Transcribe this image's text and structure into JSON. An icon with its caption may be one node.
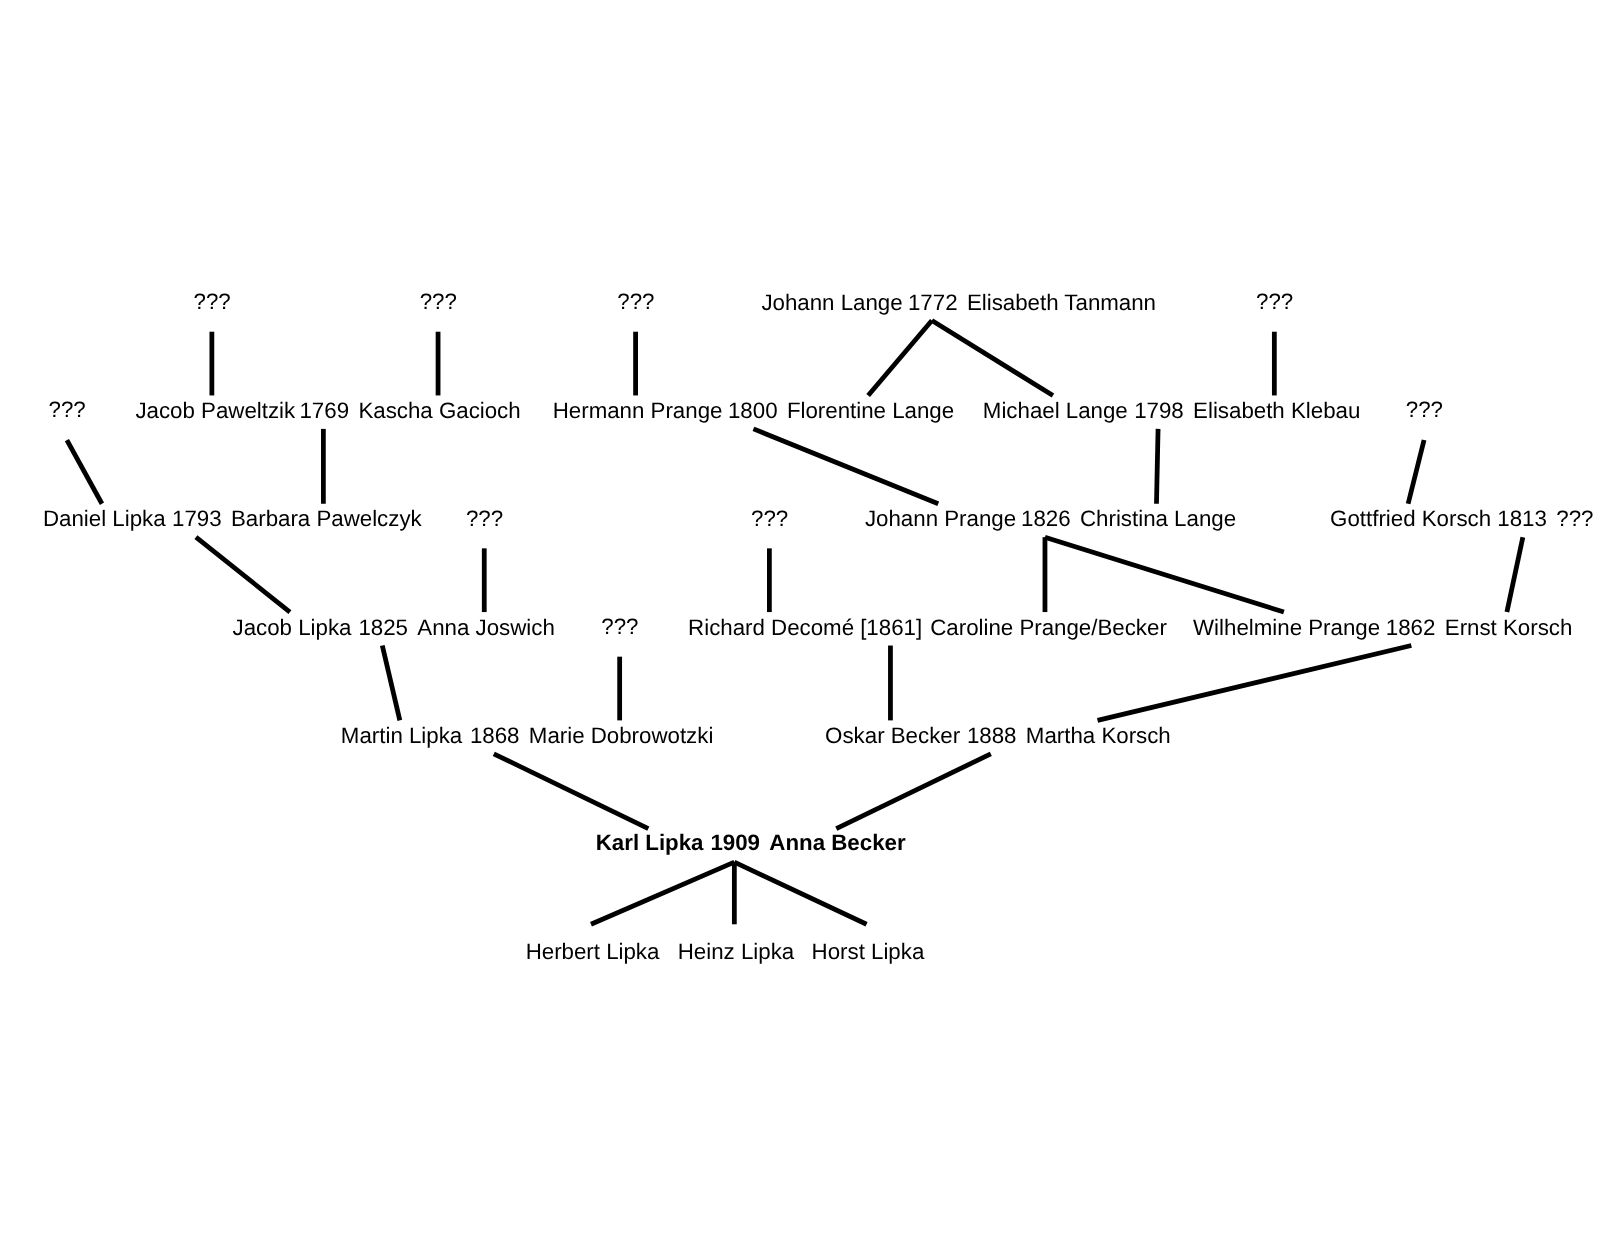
{
  "diagram": {
    "nodes": [
      {
        "text": [
          "Johann Lange",
          "1772",
          "Elisabeth Tanmann"
        ]
      },
      {
        "text": [
          "???"
        ]
      },
      {
        "text": [
          "???"
        ]
      },
      {
        "text": [
          "???"
        ]
      },
      {
        "text": [
          "???"
        ]
      },
      {
        "text": [
          "Jacob Paweltzik",
          "1769",
          "Kascha Gacioch"
        ]
      },
      {
        "text": [
          "Hermann Prange",
          "1800",
          "Florentine Lange"
        ]
      },
      {
        "text": [
          "Michael Lange",
          "1798",
          "Elisabeth Klebau"
        ]
      },
      {
        "text": [
          "???"
        ]
      },
      {
        "text": [
          "???"
        ]
      },
      {
        "text": [
          "Daniel Lipka",
          "1793",
          "Barbara Pawelczyk"
        ]
      },
      {
        "text": [
          "???"
        ]
      },
      {
        "text": [
          "???"
        ]
      },
      {
        "text": [
          "Johann Prange",
          "1826",
          "Christina Lange"
        ]
      },
      {
        "text": [
          "Gottfried Korsch",
          "1813",
          "???"
        ]
      },
      {
        "text": [
          "Jacob Lipka",
          "1825",
          "Anna Joswich"
        ]
      },
      {
        "text": [
          "???"
        ]
      },
      {
        "text": [
          "Richard Decomé",
          "[1861]",
          "Caroline Prange/Becker"
        ]
      },
      {
        "text": [
          "Wilhelmine Prange",
          "1862",
          "Ernst Korsch"
        ]
      },
      {
        "text": [
          "Martin Lipka",
          "1868",
          "Marie Dobrowotzki"
        ]
      },
      {
        "text": [
          "Oskar Becker",
          "1888",
          "Martha Korsch"
        ]
      },
      {
        "text": [
          "Karl Lipka",
          "1909",
          "Anna Becker"
        ]
      },
      {
        "text": [
          "Herbert Lipka"
        ]
      },
      {
        "text": [
          "Heinz Lipka"
        ]
      },
      {
        "text": [
          "Horst Lipka"
        ]
      }
    ],
    "edges": [
      {
        "from": 1,
        "to": 5,
        "arrow": "none"
      },
      {
        "from": 2,
        "to": 5,
        "arrow": "none"
      },
      {
        "from": 3,
        "to": 6,
        "arrow": "none"
      },
      {
        "from": 0,
        "to": 6,
        "arrow": "none"
      },
      {
        "from": 0,
        "to": 7,
        "arrow": "none"
      },
      {
        "from": 4,
        "to": 7,
        "arrow": "none"
      },
      {
        "from": 8,
        "to": 10,
        "arrow": "none"
      },
      {
        "from": 5,
        "to": 10,
        "arrow": "none"
      },
      {
        "from": 6,
        "to": 13,
        "arrow": "none"
      },
      {
        "from": 7,
        "to": 13,
        "arrow": "none"
      },
      {
        "from": 9,
        "to": 14,
        "arrow": "none"
      },
      {
        "from": 10,
        "to": 15,
        "arrow": "none"
      },
      {
        "from": 11,
        "to": 15,
        "arrow": "none"
      },
      {
        "from": 12,
        "to": 17,
        "arrow": "none"
      },
      {
        "from": 13,
        "to": 17,
        "arrow": "none"
      },
      {
        "from": 13,
        "to": 18,
        "arrow": "none"
      },
      {
        "from": 14,
        "to": 18,
        "arrow": "none"
      },
      {
        "from": 15,
        "to": 19,
        "arrow": "none"
      },
      {
        "from": 16,
        "to": 19,
        "arrow": "none"
      },
      {
        "from": 17,
        "to": 20,
        "arrow": "none"
      },
      {
        "from": 18,
        "to": 20,
        "arrow": "none"
      },
      {
        "from": 19,
        "to": 21,
        "arrow": "none"
      },
      {
        "from": 20,
        "to": 21,
        "arrow": "none"
      },
      {
        "from": 21,
        "to": 22,
        "arrow": "none"
      },
      {
        "from": 21,
        "to": 23,
        "arrow": "none"
      },
      {
        "from": 21,
        "to": 24,
        "arrow": "none"
      }
    ]
  }
}
